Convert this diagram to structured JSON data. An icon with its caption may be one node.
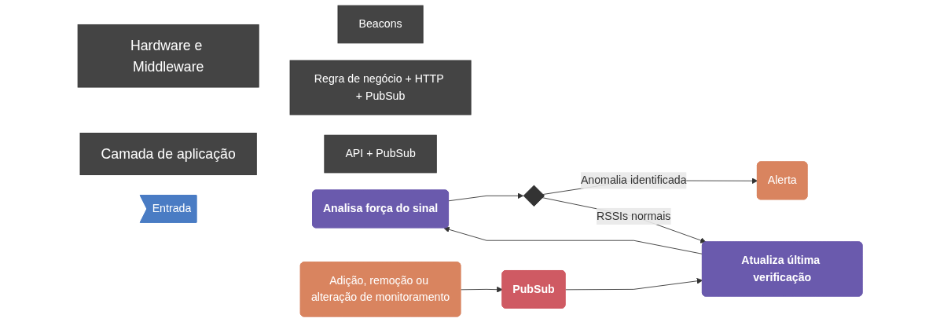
{
  "diagram": {
    "nodes": [
      {
        "text": [
          "Hardware e Middleware"
        ]
      },
      {
        "text": [
          "Beacons"
        ]
      },
      {
        "text": [
          "Regra de negócio + HTTP + PubSub"
        ]
      },
      {
        "text": [
          "Camada de aplicação"
        ]
      },
      {
        "text": [
          "API + PubSub"
        ]
      },
      {
        "text": [
          "Entrada"
        ]
      },
      {
        "text": [
          "Analisa força do sinal"
        ]
      },
      {
        "text": [],
        "shape": "diamond"
      },
      {
        "text": [
          "Alerta"
        ]
      },
      {
        "text": [
          "Adição, remoção ou alteração de monitoramento"
        ]
      },
      {
        "text": [
          "PubSub"
        ]
      },
      {
        "text": [
          "Atualiza última verificação"
        ]
      }
    ],
    "edges": [
      {
        "from": 6,
        "to": 7,
        "arrow": "to"
      },
      {
        "from": 7,
        "to": 8,
        "arrow": "to",
        "label": "Anomalia identificada"
      },
      {
        "from": 7,
        "to": 11,
        "arrow": "to",
        "label": "RSSIs normais"
      },
      {
        "from": 9,
        "to": 10,
        "arrow": "to"
      },
      {
        "from": 10,
        "to": 11,
        "arrow": "to"
      },
      {
        "from": 11,
        "to": 6,
        "arrow": "to"
      }
    ]
  }
}
